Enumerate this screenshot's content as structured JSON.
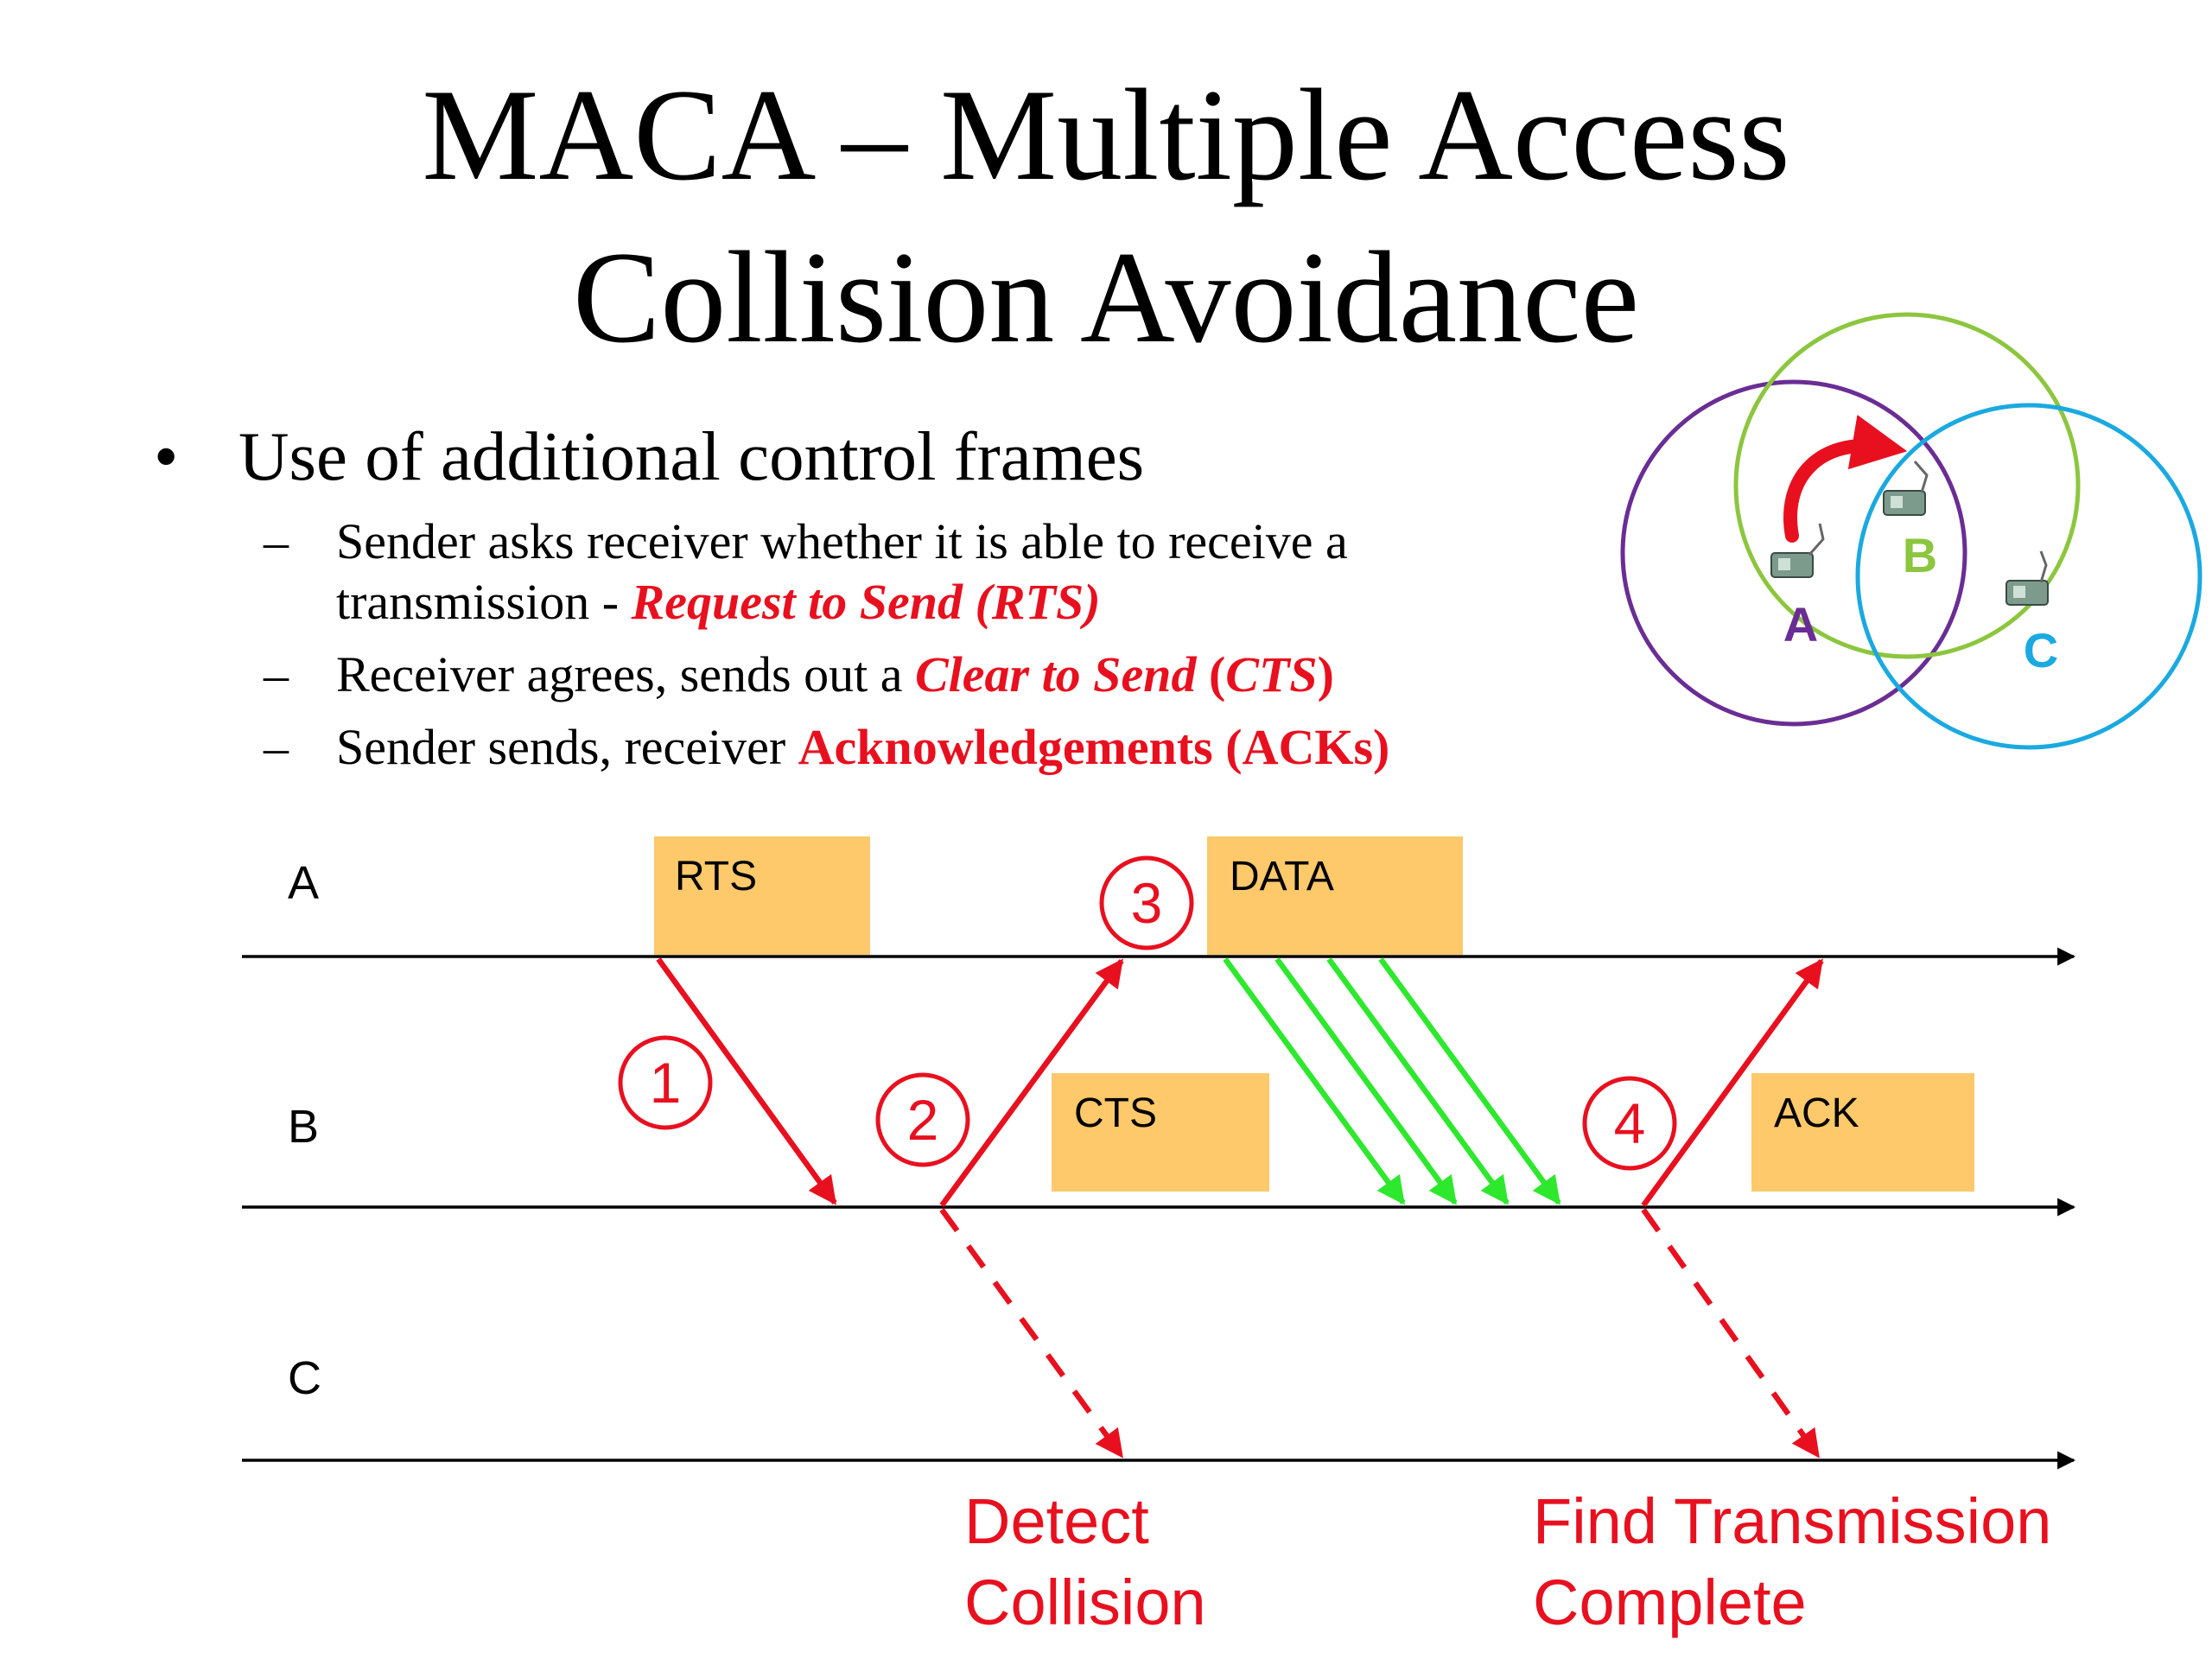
{
  "title": {
    "line1": "MACA – Multiple Access",
    "line2": "Collision Avoidance"
  },
  "bullets": {
    "main": {
      "marker": "•",
      "text": "Use of additional control frames"
    },
    "subs": [
      {
        "marker": "–",
        "line1": "Sender asks receiver whether it is able to receive a",
        "line2_prefix": "transmission - ",
        "line2_highlight": "Request to Send (RTS)"
      },
      {
        "marker": "–",
        "prefix": "Receiver agrees, sends out a ",
        "highlight_italic": "Clear to Send",
        "highlight_mid": " (",
        "highlight_italic2": "CTS",
        "highlight_end": ")"
      },
      {
        "marker": "–",
        "prefix": "Sender sends, receiver ",
        "highlight": "Acknowledgements (ACKs)"
      }
    ]
  },
  "network": {
    "nodes": [
      {
        "label": "A",
        "color": "#6a2d94"
      },
      {
        "label": "B",
        "color": "#8cc63f"
      },
      {
        "label": "C",
        "color": "#1aa9e0"
      }
    ]
  },
  "timeline": {
    "rows": [
      {
        "label": "A"
      },
      {
        "label": "B"
      },
      {
        "label": "C"
      }
    ],
    "frames": [
      {
        "label": "RTS",
        "row": "A"
      },
      {
        "label": "DATA",
        "row": "A"
      },
      {
        "label": "CTS",
        "row": "B"
      },
      {
        "label": "ACK",
        "row": "B"
      }
    ],
    "steps": [
      "1",
      "2",
      "3",
      "4"
    ],
    "notes": {
      "collision_line1": "Detect",
      "collision_line2": "Collision",
      "complete_line1": "Find Transmission",
      "complete_line2": "Complete"
    }
  },
  "colors": {
    "accent_red": "#e8101f",
    "frame_fill": "#fdc96a",
    "data_arrow": "#2ee82e",
    "circle_a": "#6a2d94",
    "circle_b": "#8cc63f",
    "circle_c": "#1aa9e0"
  }
}
